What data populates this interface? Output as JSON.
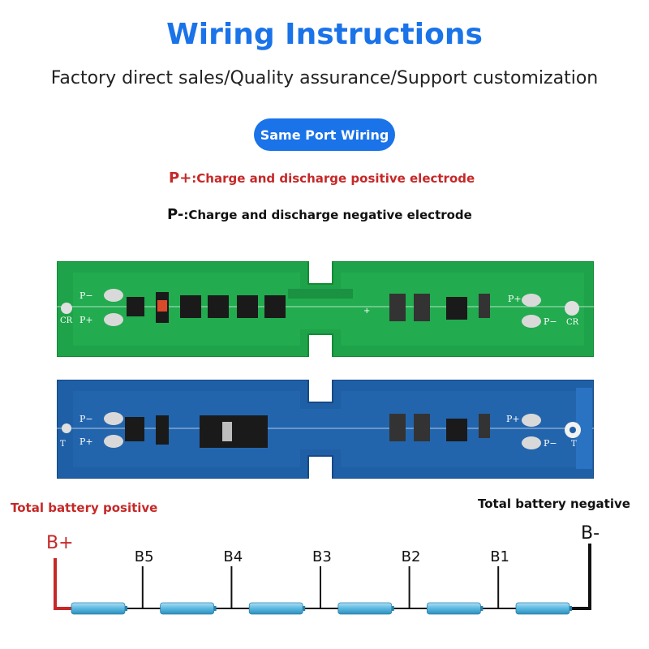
{
  "header": {
    "title": "Wiring Instructions",
    "subtitle": "Factory direct sales/Quality assurance/Support customization"
  },
  "mode_badge": "Same Port Wiring",
  "descriptions": {
    "p_plus_symbol": "P+",
    "p_plus_text": ":Charge and discharge positive electrode",
    "p_minus_symbol": "P-",
    "p_minus_text": ":Charge and discharge negative electrode"
  },
  "board_labels": {
    "p_minus": "P−",
    "p_plus": "P+",
    "cr": "CR",
    "t": "T",
    "plus_sign": "+"
  },
  "wiring": {
    "total_positive_label": "Total battery positive",
    "total_negative_label": "Total battery negative",
    "b_plus": "B+",
    "b_minus": "B-",
    "taps": [
      "B5",
      "B4",
      "B3",
      "B2",
      "B1"
    ],
    "cell_count": 6
  },
  "colors": {
    "title_blue": "#1a73e8",
    "positive_red": "#c62828",
    "pcb_green": "#1fa34a",
    "pcb_blue": "#1f5fa6",
    "cell_blue": "#5ab8e0"
  }
}
